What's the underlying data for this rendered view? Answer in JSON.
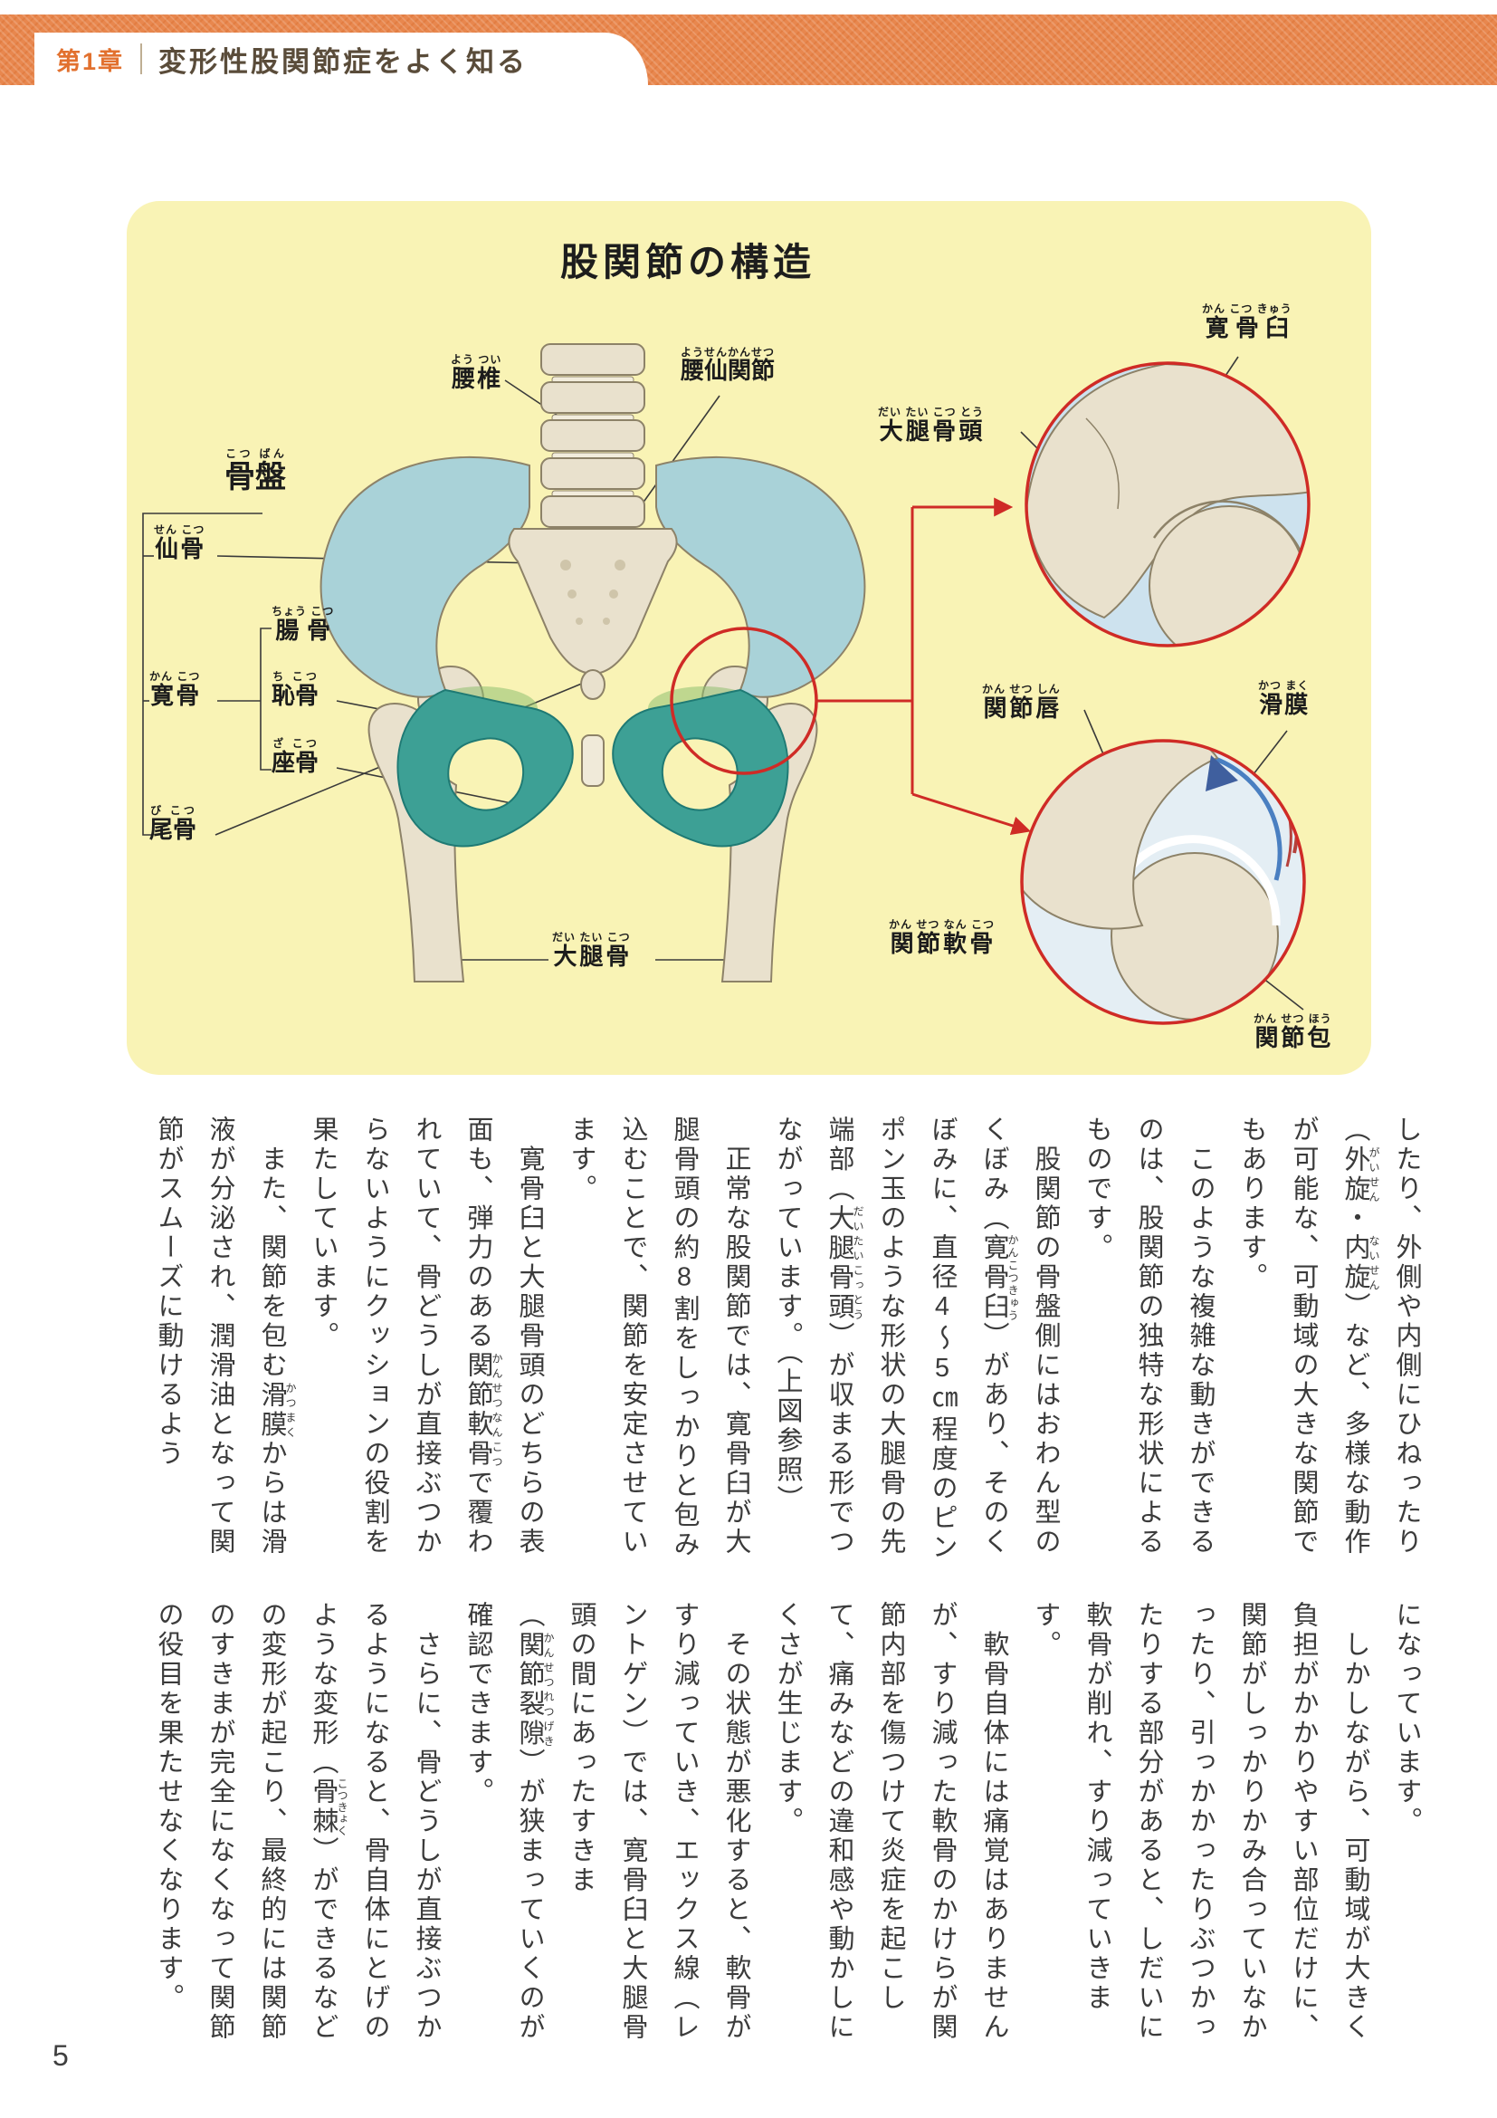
{
  "colors": {
    "band_orange": "#e8874e",
    "panel_yellow": "#f9f3b5",
    "accent_red": "#cf2b26",
    "bone_blue": "#a9d2d8",
    "bone_beige": "#e9e1cd",
    "bone_teal": "#3da095",
    "chapter_orange": "#e2712f",
    "text_dark": "#3b3b3b"
  },
  "header": {
    "chapter_label": "第1章",
    "chapter_title": "変形性股関節症をよく知る"
  },
  "figure": {
    "title": "股関節の構造",
    "labels": [
      {
        "base": "腰椎",
        "ruby": "よう つい"
      },
      {
        "base": "腰仙関節",
        "ruby": "ようせんかんせつ"
      },
      {
        "base": "骨盤",
        "ruby": "こつ ばん"
      },
      {
        "base": "仙骨",
        "ruby": "せん こつ"
      },
      {
        "base": "腸骨",
        "ruby": "ちょう こつ"
      },
      {
        "base": "寛骨",
        "ruby": "かん こつ"
      },
      {
        "base": "恥骨",
        "ruby": "ち こつ"
      },
      {
        "base": "座骨",
        "ruby": "ざ こつ"
      },
      {
        "base": "尾骨",
        "ruby": "び こつ"
      },
      {
        "base": "大腿骨",
        "ruby": "だい たい こつ"
      },
      {
        "base": "寛骨臼",
        "ruby": "かん こつ きゅう"
      },
      {
        "base": "大腿骨頭",
        "ruby": "だい たい こつ とう"
      },
      {
        "base": "関節唇",
        "ruby": "かん せつ しん"
      },
      {
        "base": "滑膜",
        "ruby": "かつ まく"
      },
      {
        "base": "関節軟骨",
        "ruby": "かん せつ なん こつ"
      },
      {
        "base": "関節包",
        "ruby": "かん せつ ほう"
      }
    ]
  },
  "body": {
    "block1": [
      "したり、外側や内側にひねったり（｛外旋|がいせん｝・｛内旋|ないせん｝）など、多様な動作が可能な、可動域の大きな関節でもあります。",
      "　このような複雑な動きができるのは、股関節の独特な形状によるものです。",
      "　股関節の骨盤側にはおわん型のくぼみ（｛寛骨臼|かんこつきゅう｝）があり、そのくぼみに、直径4～5㎝程度のピンポン玉のような形状の大腿骨の先端部（｛大腿骨頭|だいたいこっとう｝）が収まる形でつながっています。（上図参照）",
      "　正常な股関節では、寛骨臼が大腿骨頭の約8割をしっかりと包み込むことで、関節を安定させています。",
      "　寛骨臼と大腿骨頭のどちらの表面も、弾力のある｛関節軟骨|かんせつなんこつ｝で覆われていて、骨どうしが直接ぶつからないようにクッションの役割を果たしています。",
      "　また、関節を包む｛滑膜|かつまく｝からは滑液が分泌され、潤滑油となって関節がスムーズに動けるよう"
    ],
    "block2": [
      "になっています。",
      "　しかしながら、可動域が大きく負担がかかりやすい部位だけに、関節がしっかりかみ合っていなかったり、引っかかったりぶつかったりする部分があると、しだいに軟骨が削れ、すり減っていきます。",
      "　軟骨自体には痛覚はありませんが、すり減った軟骨のかけらが関節内部を傷つけて炎症を起こして、痛みなどの違和感や動かしにくさが生じます。",
      "　その状態が悪化すると、軟骨がすり減っていき、エックス線（レントゲン）では、寛骨臼と大腿骨頭の間にあったすきま（｛関節裂隙|かんせつれつげき｝）が狭まっていくのが確認できます。",
      "　さらに、骨どうしが直接ぶつかるようになると、骨自体にとげのような変形（｛骨棘|こつきょく｝）ができるなどの変形が起こり、最終的には関節のすきまが完全になくなって関節の役目を果たせなくなります。"
    ]
  },
  "footer": {
    "page_number": "5"
  }
}
